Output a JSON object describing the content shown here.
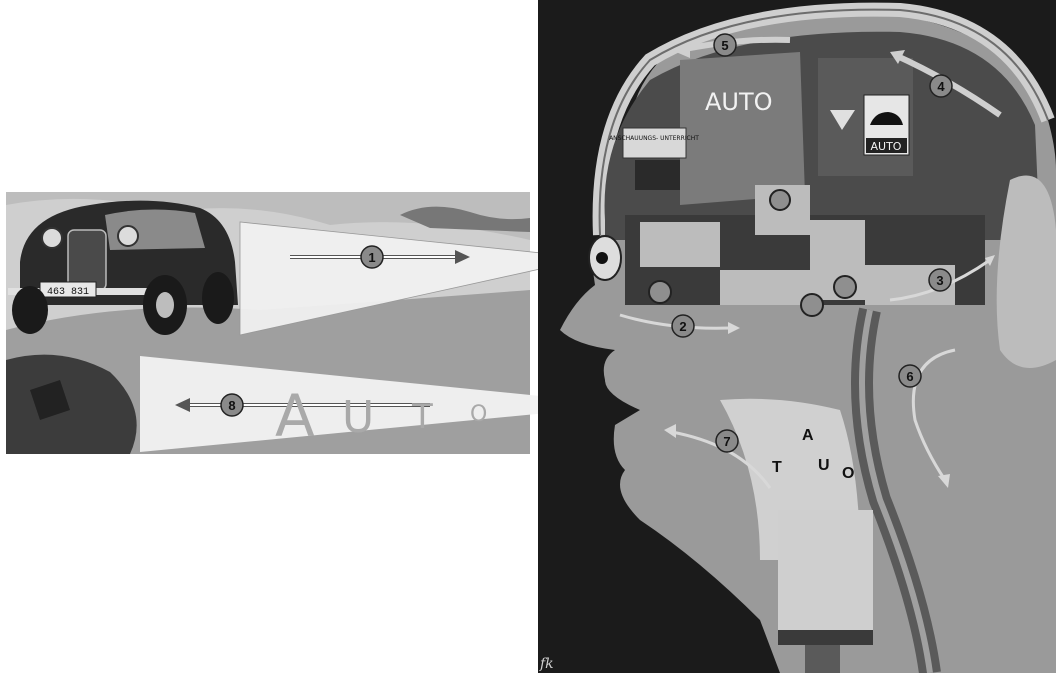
{
  "wall_word": "AUTO",
  "poster_word": "AUTO",
  "spoken_letters": [
    "A",
    "U",
    "T",
    "O"
  ],
  "tube_letters": [
    "A",
    "U",
    "T",
    "O"
  ],
  "small_sign_text": "ANSCHAUUNGS-\nUNTERRICHT",
  "plate_text": "463 831",
  "signature": "fk",
  "steps": [
    "1",
    "2",
    "3",
    "4",
    "5",
    "6",
    "7",
    "8"
  ],
  "colors": {
    "background": "#ffffff",
    "panel": "#1b1b1b",
    "head": "#9a9a9a",
    "brain_room": "#6e6e6e",
    "beam": "#f2f2f2",
    "car": "#2a2a2a"
  }
}
